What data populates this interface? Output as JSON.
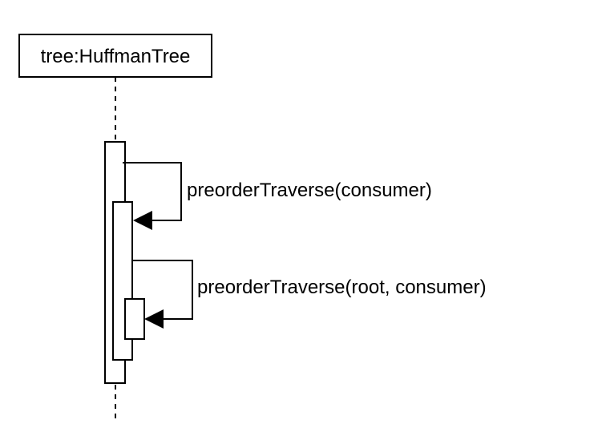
{
  "lifeline": {
    "object_label": "tree:HuffmanTree"
  },
  "messages": [
    {
      "label": "preorderTraverse(consumer)",
      "kind": "self-call"
    },
    {
      "label": "preorderTraverse(root, consumer)",
      "kind": "self-call"
    }
  ],
  "colors": {
    "stroke": "#000000",
    "fill": "#ffffff",
    "text": "#000000"
  }
}
